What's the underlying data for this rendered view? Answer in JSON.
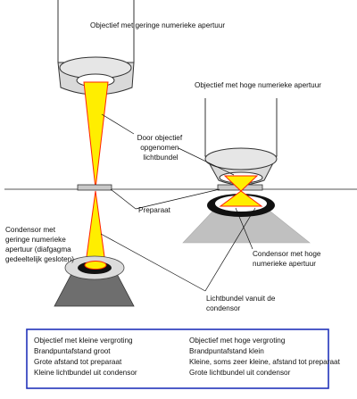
{
  "labels": {
    "low_na_objective": "Objectief met geringe numerieke apertuur",
    "high_na_objective": "Objectief met hoge numerieke apertuur",
    "collected_beam": [
      "Door objectief",
      "opgenomen",
      "lichtbundel"
    ],
    "specimen": "Preparaat",
    "low_na_condenser": [
      "Condensor met",
      "geringe numerieke",
      "apertuur (diafgagma",
      "gedeeltelijk gesloten)"
    ],
    "high_na_condenser": [
      "Condensor met hoge",
      "numerieke apertuur"
    ],
    "condenser_beam": [
      "Lichtbundel vanuit de",
      "condensor"
    ]
  },
  "comparison": {
    "left": [
      "Objectief met kleine vergroting",
      "Brandpuntafstand groot",
      "Grote afstand tot preparaat",
      "Kleine lichtbundel uit condensor"
    ],
    "right": [
      "Objectief met hoge vergroting",
      "Brandpuntafstand klein",
      "Kleine, soms zeer kleine, afstand tot preparaat",
      "Grote lichtbundel uit condensor"
    ]
  },
  "colors": {
    "beam_fill": "#ffee00",
    "beam_edge": "#ff2200",
    "objective_gray": "#d9d9d9",
    "condenser_gray": "#b4b4b4",
    "box_border": "#2233bb"
  }
}
